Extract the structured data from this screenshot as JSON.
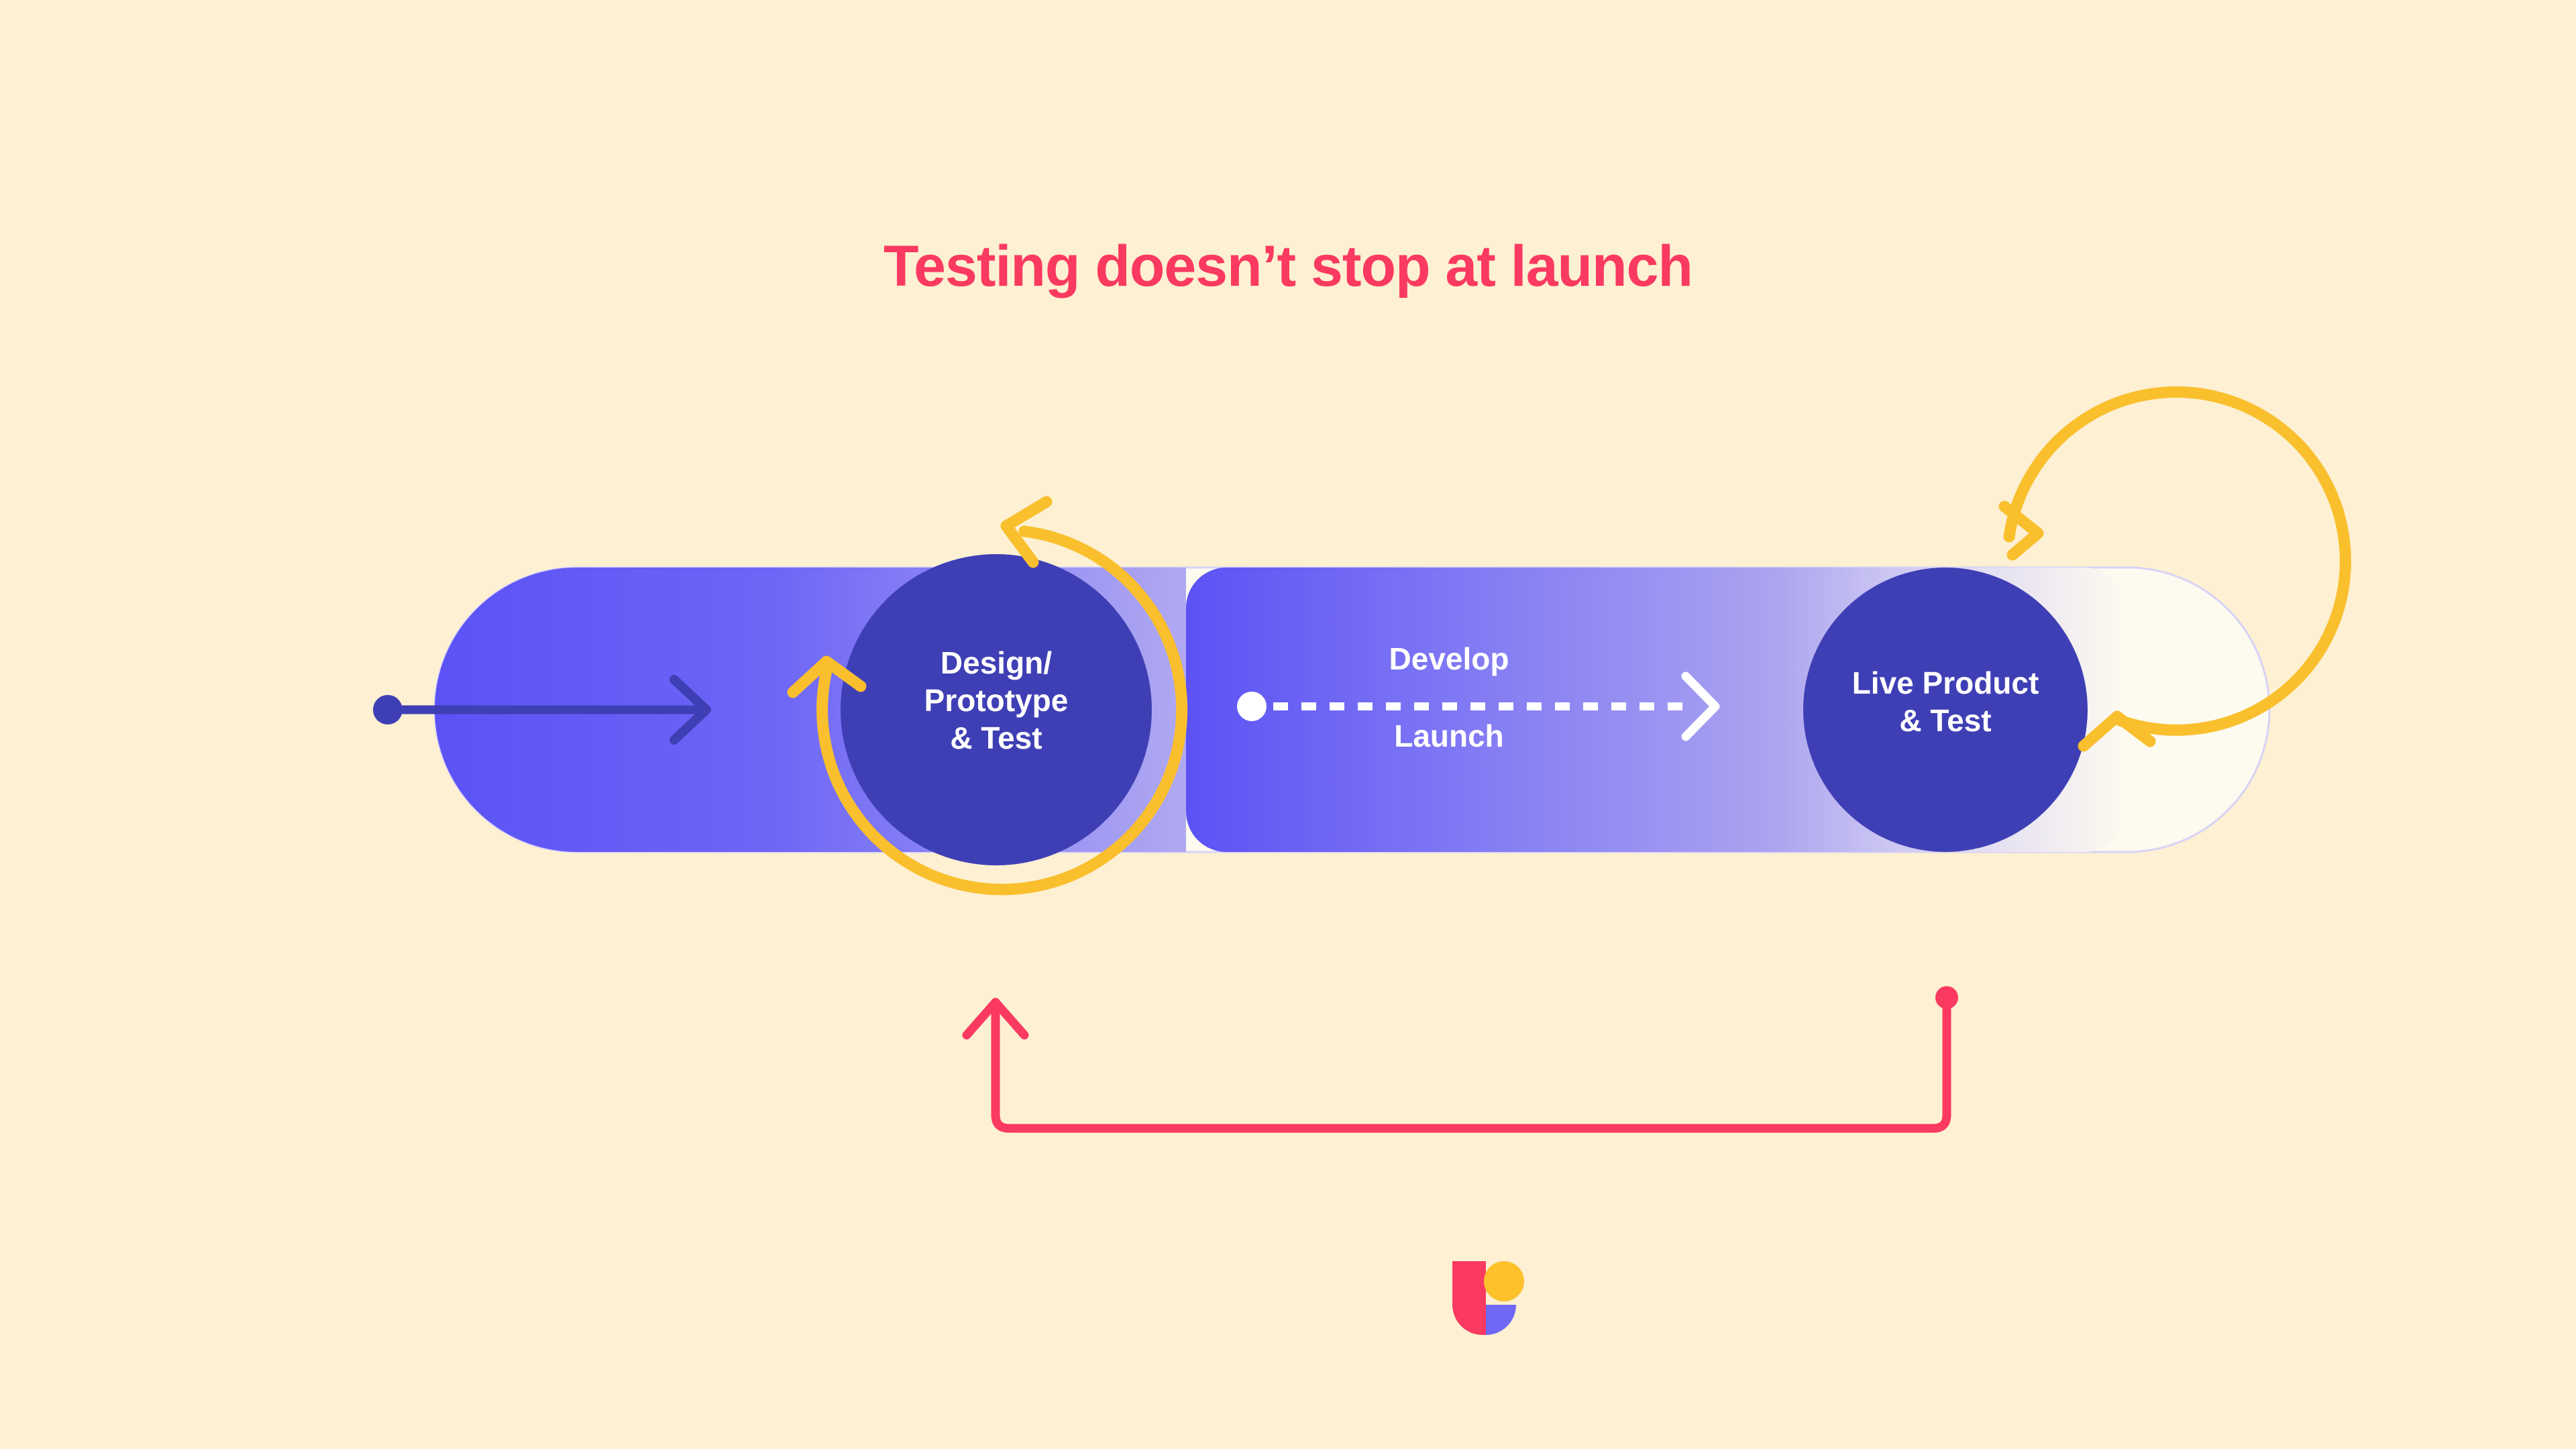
{
  "page": {
    "background_color": "#fdf0d3",
    "title": "Testing doesn’t stop at launch",
    "title_color": "#fa3a60"
  },
  "palette": {
    "cream": "#fdf0d3",
    "pink": "#fa3a60",
    "yellow": "#f9bf2d",
    "indigo_dark": "#3f3fb5",
    "blue_bright": "#5b52f5",
    "lavender": "#a49ef0",
    "off_white": "#fdfaf0",
    "white": "#ffffff"
  },
  "diagram": {
    "type": "process-loop",
    "stages": [
      {
        "id": "design-prototype-test",
        "label": "Design/\nPrototype\n& Test",
        "shape": "circle",
        "fill": "#3f3fb5",
        "text_color": "#ffffff",
        "loop_arrow": {
          "color": "#f9bf2d",
          "direction": "counter-clockwise",
          "arrowheads": 2
        }
      },
      {
        "id": "live-product-test",
        "label": "Live Product\n& Test",
        "shape": "circle",
        "fill": "#3f3fb5",
        "text_color": "#ffffff",
        "loop_arrow": {
          "color": "#f9bf2d",
          "direction": "clockwise",
          "arrowheads": 2
        }
      }
    ],
    "middle_segment": {
      "top_label": "Develop",
      "bottom_label": "Launch",
      "arrow_style": "dashed",
      "arrow_color": "#ffffff"
    },
    "entry_arrow": {
      "style": "solid",
      "color": "#3f3fb5",
      "has_start_dot": true,
      "direction": "right"
    },
    "feedback_arrow": {
      "style": "solid",
      "color": "#fa3a60",
      "has_start_dot": true,
      "direction": "right-to-left-then-up",
      "description": "feedback from Live Product & Test back to Design/Prototype & Test"
    }
  },
  "logo": {
    "name": "usertesting-logo",
    "mark_colors": {
      "left": "#fa3a60",
      "top_right_circle": "#fcc12b",
      "bottom_right_quarter": "#6f68f7"
    }
  },
  "icons": {
    "arrow_right": "arrow-right-icon",
    "arrow_up": "arrow-up-icon",
    "arrow_left": "arrow-left-icon",
    "loop": "circular-loop-arrow-icon",
    "dot": "dot-icon"
  }
}
